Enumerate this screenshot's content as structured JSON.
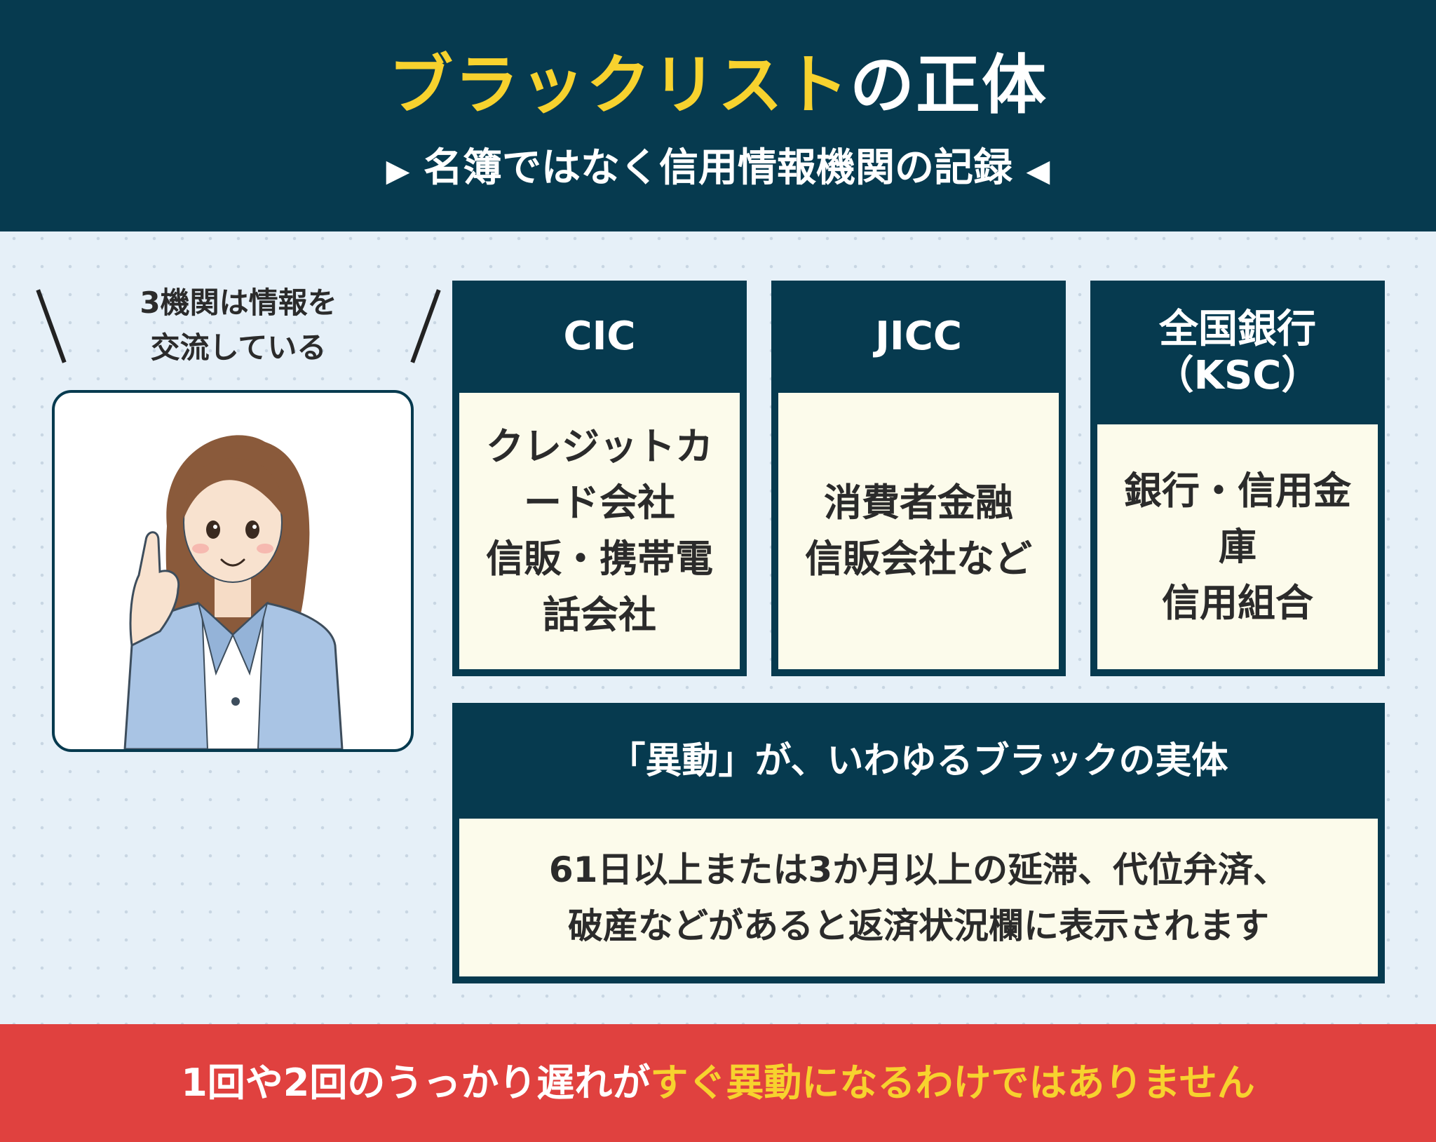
{
  "header": {
    "title_highlight": "ブラックリスト",
    "title_rest": "の正体",
    "subtitle": "名簿ではなく信用情報機関の記録",
    "arrow_left": "▶",
    "arrow_right": "◀"
  },
  "bubble": {
    "line1": "3機関は情報を",
    "line2": "交流している"
  },
  "agencies": [
    {
      "name": "CIC",
      "lines": [
        "クレジットカ",
        "ード会社",
        "信販・携帯電",
        "話会社"
      ]
    },
    {
      "name": "JICC",
      "lines": [
        "消費者金融",
        "信販会社など"
      ]
    },
    {
      "name_line1": "全国銀行",
      "name_line2": "（KSC）",
      "lines": [
        "銀行・信用金",
        "庫",
        "信用組合"
      ]
    }
  ],
  "idou": {
    "heading": "「異動」が、いわゆるブラックの実体",
    "line1": "61日以上または3か月以上の延滞、代位弁済、",
    "line2": "破産などがあると返済状況欄に表示されます"
  },
  "footer": {
    "part1": "1回や2回のうっかり遅れが",
    "part2": "すぐ異動になるわけではありません"
  },
  "colors": {
    "navy": "#063a4f",
    "yellow": "#f7d22e",
    "red": "#e0413f",
    "cream": "#fcfbeb",
    "background": "#e6f0f8"
  }
}
